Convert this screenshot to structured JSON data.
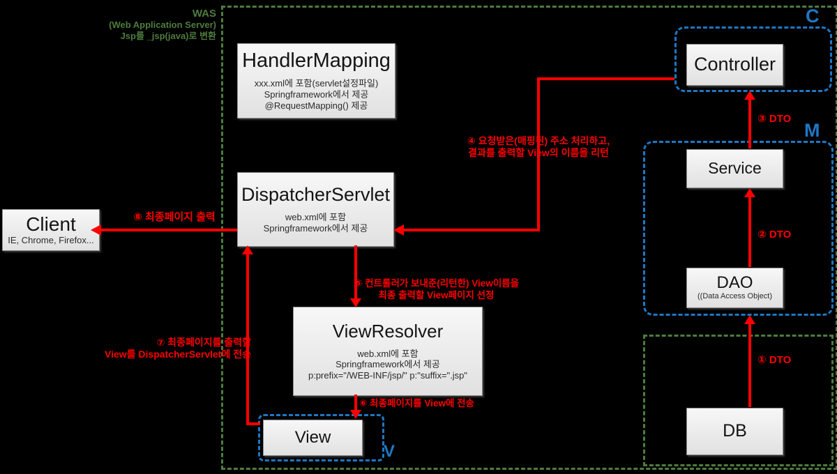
{
  "was_region": {
    "title": "WAS",
    "line1": "(Web Application Server)",
    "line2": "Jsp를 _jsp(java)로 변환"
  },
  "regions": {
    "c_label": "C",
    "m_label": "M",
    "v_label": "V"
  },
  "boxes": {
    "handler_mapping": {
      "title": "HandlerMapping",
      "line1": "xxx.xml에 포함(servlet설정파일)",
      "line2": "Springframework에서 제공",
      "line3": "@RequestMapping() 제공"
    },
    "dispatcher_servlet": {
      "title": "DispatcherServlet",
      "line1": "web.xml에 포함",
      "line2": "Springframework에서 제공"
    },
    "client": {
      "title": "Client",
      "line1": "IE, Chrome, Firefox..."
    },
    "view_resolver": {
      "title": "ViewResolver",
      "line1": "web.xml에 포함",
      "line2": "Springframework에서 제공",
      "line3": "p:prefix=\"/WEB-INF/jsp/\"  p:\"suffix=\".jsp\""
    },
    "view": {
      "title": "View"
    },
    "controller": {
      "title": "Controller"
    },
    "service": {
      "title": "Service"
    },
    "dao": {
      "title": "DAO",
      "line1": "((Data Access Object)"
    },
    "db": {
      "title": "DB"
    }
  },
  "labels": {
    "final_output": "⑧ 최종페이지 출력",
    "controller_return_1": "④ 요청받은(매핑된) 주소 처리하고,",
    "controller_return_2": "결과를 출력할 View의 이름을 리턴",
    "resolver_request_1": "⑤ 컨트롤러가 보내준(리턴한) View이름을",
    "resolver_request_2": "최종 출력할 View페이지 선정",
    "send_to_view": "⑥ 최종페이지를 View에 전송",
    "view_to_dispatcher_1": "⑦ 최종페이지를 출력할",
    "view_to_dispatcher_2": "View를 DispatcherServlet에 전송",
    "dto_service_controller": "③ DTO",
    "dto_dao_service": "② DTO",
    "dto_db_dao": "① DTO"
  },
  "colors": {
    "background": "#000000",
    "arrow_red": "#fe0000",
    "was_green": "#4e7c3e",
    "mvc_blue": "#1e78c4",
    "box_fill": "#ececec"
  }
}
